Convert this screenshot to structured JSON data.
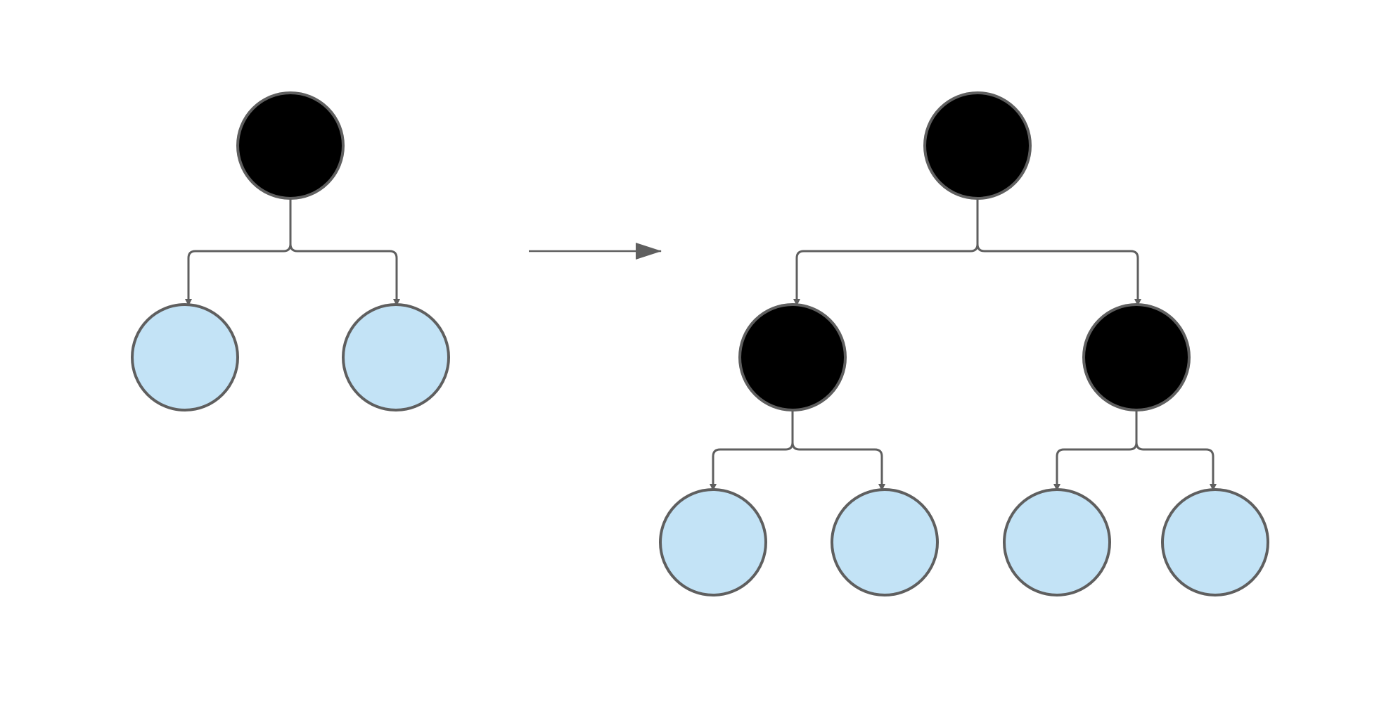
{
  "colors": {
    "background": "#ffffff",
    "internal_node_fill": "#000000",
    "leaf_node_fill": "#c3e3f6",
    "node_stroke": "#5f5f5f",
    "edge_stroke": "#5f5f5f"
  },
  "diagrams": [
    {
      "id": "before",
      "nodes": [
        {
          "id": "root",
          "kind": "internal"
        },
        {
          "id": "left-leaf",
          "kind": "leaf"
        },
        {
          "id": "right-leaf",
          "kind": "leaf"
        }
      ],
      "edges": [
        {
          "from": "root",
          "to": "left-leaf"
        },
        {
          "from": "root",
          "to": "right-leaf"
        }
      ]
    },
    {
      "id": "after",
      "nodes": [
        {
          "id": "root",
          "kind": "internal"
        },
        {
          "id": "left-child",
          "kind": "internal"
        },
        {
          "id": "right-child",
          "kind": "internal"
        },
        {
          "id": "leaf-1",
          "kind": "leaf"
        },
        {
          "id": "leaf-2",
          "kind": "leaf"
        },
        {
          "id": "leaf-3",
          "kind": "leaf"
        },
        {
          "id": "leaf-4",
          "kind": "leaf"
        }
      ],
      "edges": [
        {
          "from": "root",
          "to": "left-child"
        },
        {
          "from": "root",
          "to": "right-child"
        },
        {
          "from": "left-child",
          "to": "leaf-1"
        },
        {
          "from": "left-child",
          "to": "leaf-2"
        },
        {
          "from": "right-child",
          "to": "leaf-3"
        },
        {
          "from": "right-child",
          "to": "leaf-4"
        }
      ]
    }
  ],
  "transition_arrow": {
    "from": "before",
    "to": "after"
  }
}
